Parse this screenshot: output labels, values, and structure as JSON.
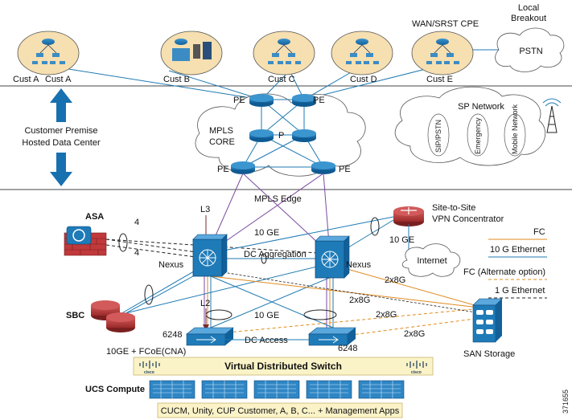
{
  "labels": {
    "local_breakout": [
      "Local",
      "Breakout"
    ],
    "wan_srst_cpe": "WAN/SRST CPE",
    "pstn": "PSTN",
    "customers": [
      "Cust A",
      "Cust A",
      "Cust B",
      "Cust C",
      "Cust D",
      "Cust E"
    ],
    "pe": "PE",
    "p": "P",
    "mpls_core": [
      "MPLS",
      "CORE"
    ],
    "sp_network": "SP Network",
    "sp_items": [
      "SIP/PSTN",
      "Emergency",
      "Mobile Network"
    ],
    "customer_premise": [
      "Customer Premise",
      "Hosted Data Center"
    ],
    "mpls_edge": "MPLS Edge",
    "l3": "L3",
    "l2": "L2",
    "asa": "ASA",
    "four": "4",
    "vpn": [
      "Site-to-Site",
      "VPN Concentrator"
    ],
    "ten_ge": "10 GE",
    "internet": "Internet",
    "nexus": "Nexus",
    "dc_aggregation": "DC Aggregation",
    "dc_access": "DC Access",
    "sbc": "SBC",
    "s6248": "6248",
    "ten_ge_fcoe": "10GE + FCoE(CNA)",
    "two_x8g": "2x8G",
    "san_storage": "SAN Storage",
    "vds": "Virtual Distributed Switch",
    "cisco": "cisco",
    "ucs_compute": "UCS Compute",
    "apps": "CUCM, Unity, CUP Customer, A, B, C... + Management Apps",
    "figure_id": "371655"
  },
  "legend": {
    "fc": "FC",
    "ten_g_ethernet": "10 G Ethernet",
    "fc_alt": "FC (Alternate option)",
    "one_g_ethernet": "1 G Ethernet"
  },
  "colors": {
    "ethernet_blue": "#1f7ab3",
    "mpls_purple": "#7b4aa0",
    "fc_orange": "#e08a1e",
    "router_blue": "#1e7bb8",
    "firewall_red": "#c0393b",
    "sbc_red": "#b23a3a",
    "cloud_fill": "#ffffff",
    "cust_fill": "#f6dfb0",
    "banner_fill": "#fbf3c8",
    "arrow_blue": "#1770b0"
  }
}
